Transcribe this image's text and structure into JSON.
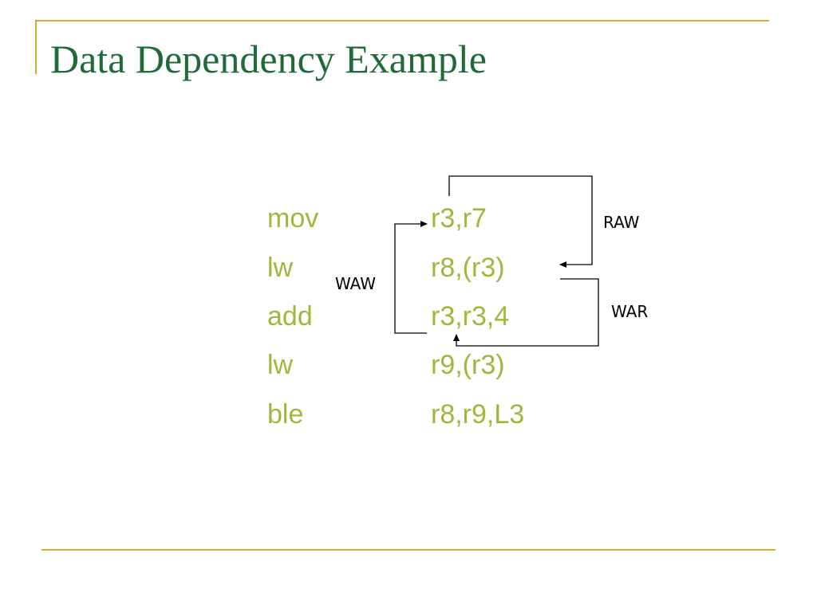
{
  "slide": {
    "title": "Data Dependency Example"
  },
  "code": [
    {
      "op": "mov",
      "args": "r3,r7"
    },
    {
      "op": "lw",
      "args": "r8,(r3)"
    },
    {
      "op": "add",
      "args": "r3,r3,4"
    },
    {
      "op": "lw",
      "args": "r9,(r3)"
    },
    {
      "op": "ble",
      "args": "r8,r9,L3"
    }
  ],
  "dependencies": {
    "raw": "RAW",
    "waw": "WAW",
    "war": "WAR"
  },
  "colors": {
    "title": "#1e6b38",
    "code": "#a3b63c",
    "accent_rule": "#d9a930",
    "arrow": "#000000"
  }
}
